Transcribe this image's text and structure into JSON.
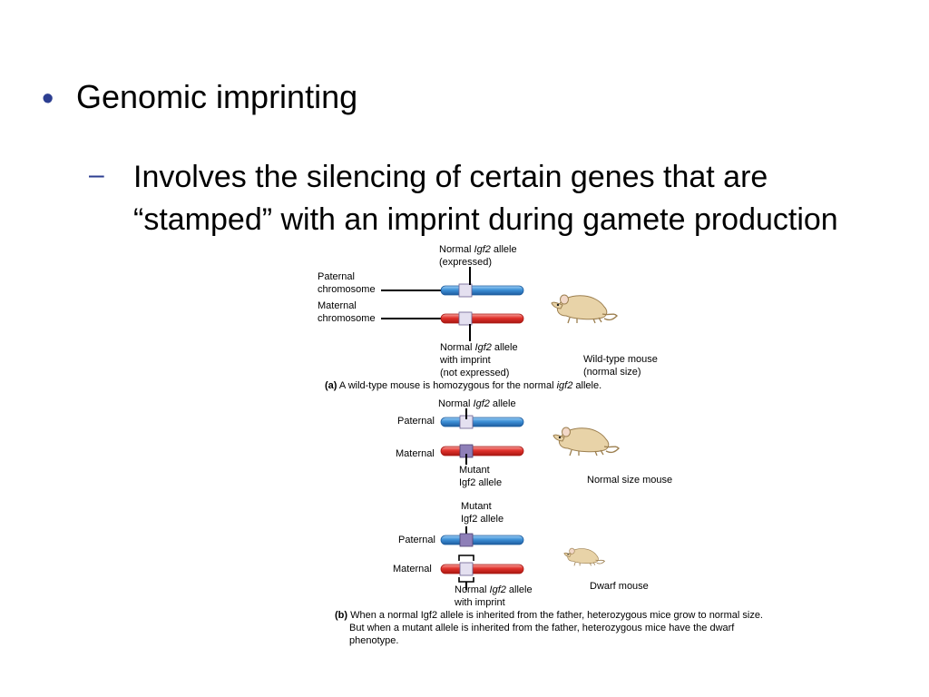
{
  "slide": {
    "bullet": "•",
    "heading": "Genomic imprinting",
    "sub_dash": "–",
    "sub_text": "Involves the silencing of certain genes that are “stamped” with an imprint during gamete production"
  },
  "figure": {
    "a": {
      "top_label_1": "Normal ",
      "top_label_gene": "Igf2",
      "top_label_2": " allele",
      "top_label_3": "(expressed)",
      "paternal_1": "Paternal",
      "paternal_2": "chromosome",
      "maternal_1": "Maternal",
      "maternal_2": "chromosome",
      "bottom_label_1": "Normal ",
      "bottom_label_gene": "Igf2",
      "bottom_label_2": " allele",
      "bottom_label_3": "with imprint",
      "bottom_label_4": "(not expressed)",
      "mouse_label_1": "Wild-type mouse",
      "mouse_label_2": "(normal size)",
      "caption_tag": "(a)",
      "caption_1": " A wild-type mouse is homozygous for the normal ",
      "caption_gene": "igf2",
      "caption_2": " allele."
    },
    "b1": {
      "top_label_1": "Normal ",
      "top_label_gene": "Igf2",
      "top_label_2": " allele",
      "paternal": "Paternal",
      "maternal": "Maternal",
      "bottom_label_1": "Mutant",
      "bottom_label_2": "Igf2 allele",
      "mouse_label": "Normal size mouse"
    },
    "b2": {
      "top_label_1": "Mutant",
      "top_label_2": "Igf2 allele",
      "paternal": "Paternal",
      "maternal": "Maternal",
      "bottom_label_1": "Normal ",
      "bottom_label_gene": "Igf2",
      "bottom_label_2": " allele",
      "bottom_label_3": "with imprint",
      "mouse_label": "Dwarf mouse"
    },
    "caption_b": {
      "tag": "(b)",
      "line_1": " When a normal Igf2 allele is inherited from the father, heterozygous mice grow to normal size.",
      "line_2": "But when a mutant allele is inherited from the father, heterozygous mice have the dwarf",
      "line_3": "phenotype."
    },
    "colors": {
      "paternal_chromosome": "#3d8fd6",
      "maternal_chromosome": "#e0312b",
      "normal_allele": "#e4e0f0",
      "mutant_allele": "#8e7fb8",
      "mouse_fur": "#e8d3a8"
    }
  }
}
